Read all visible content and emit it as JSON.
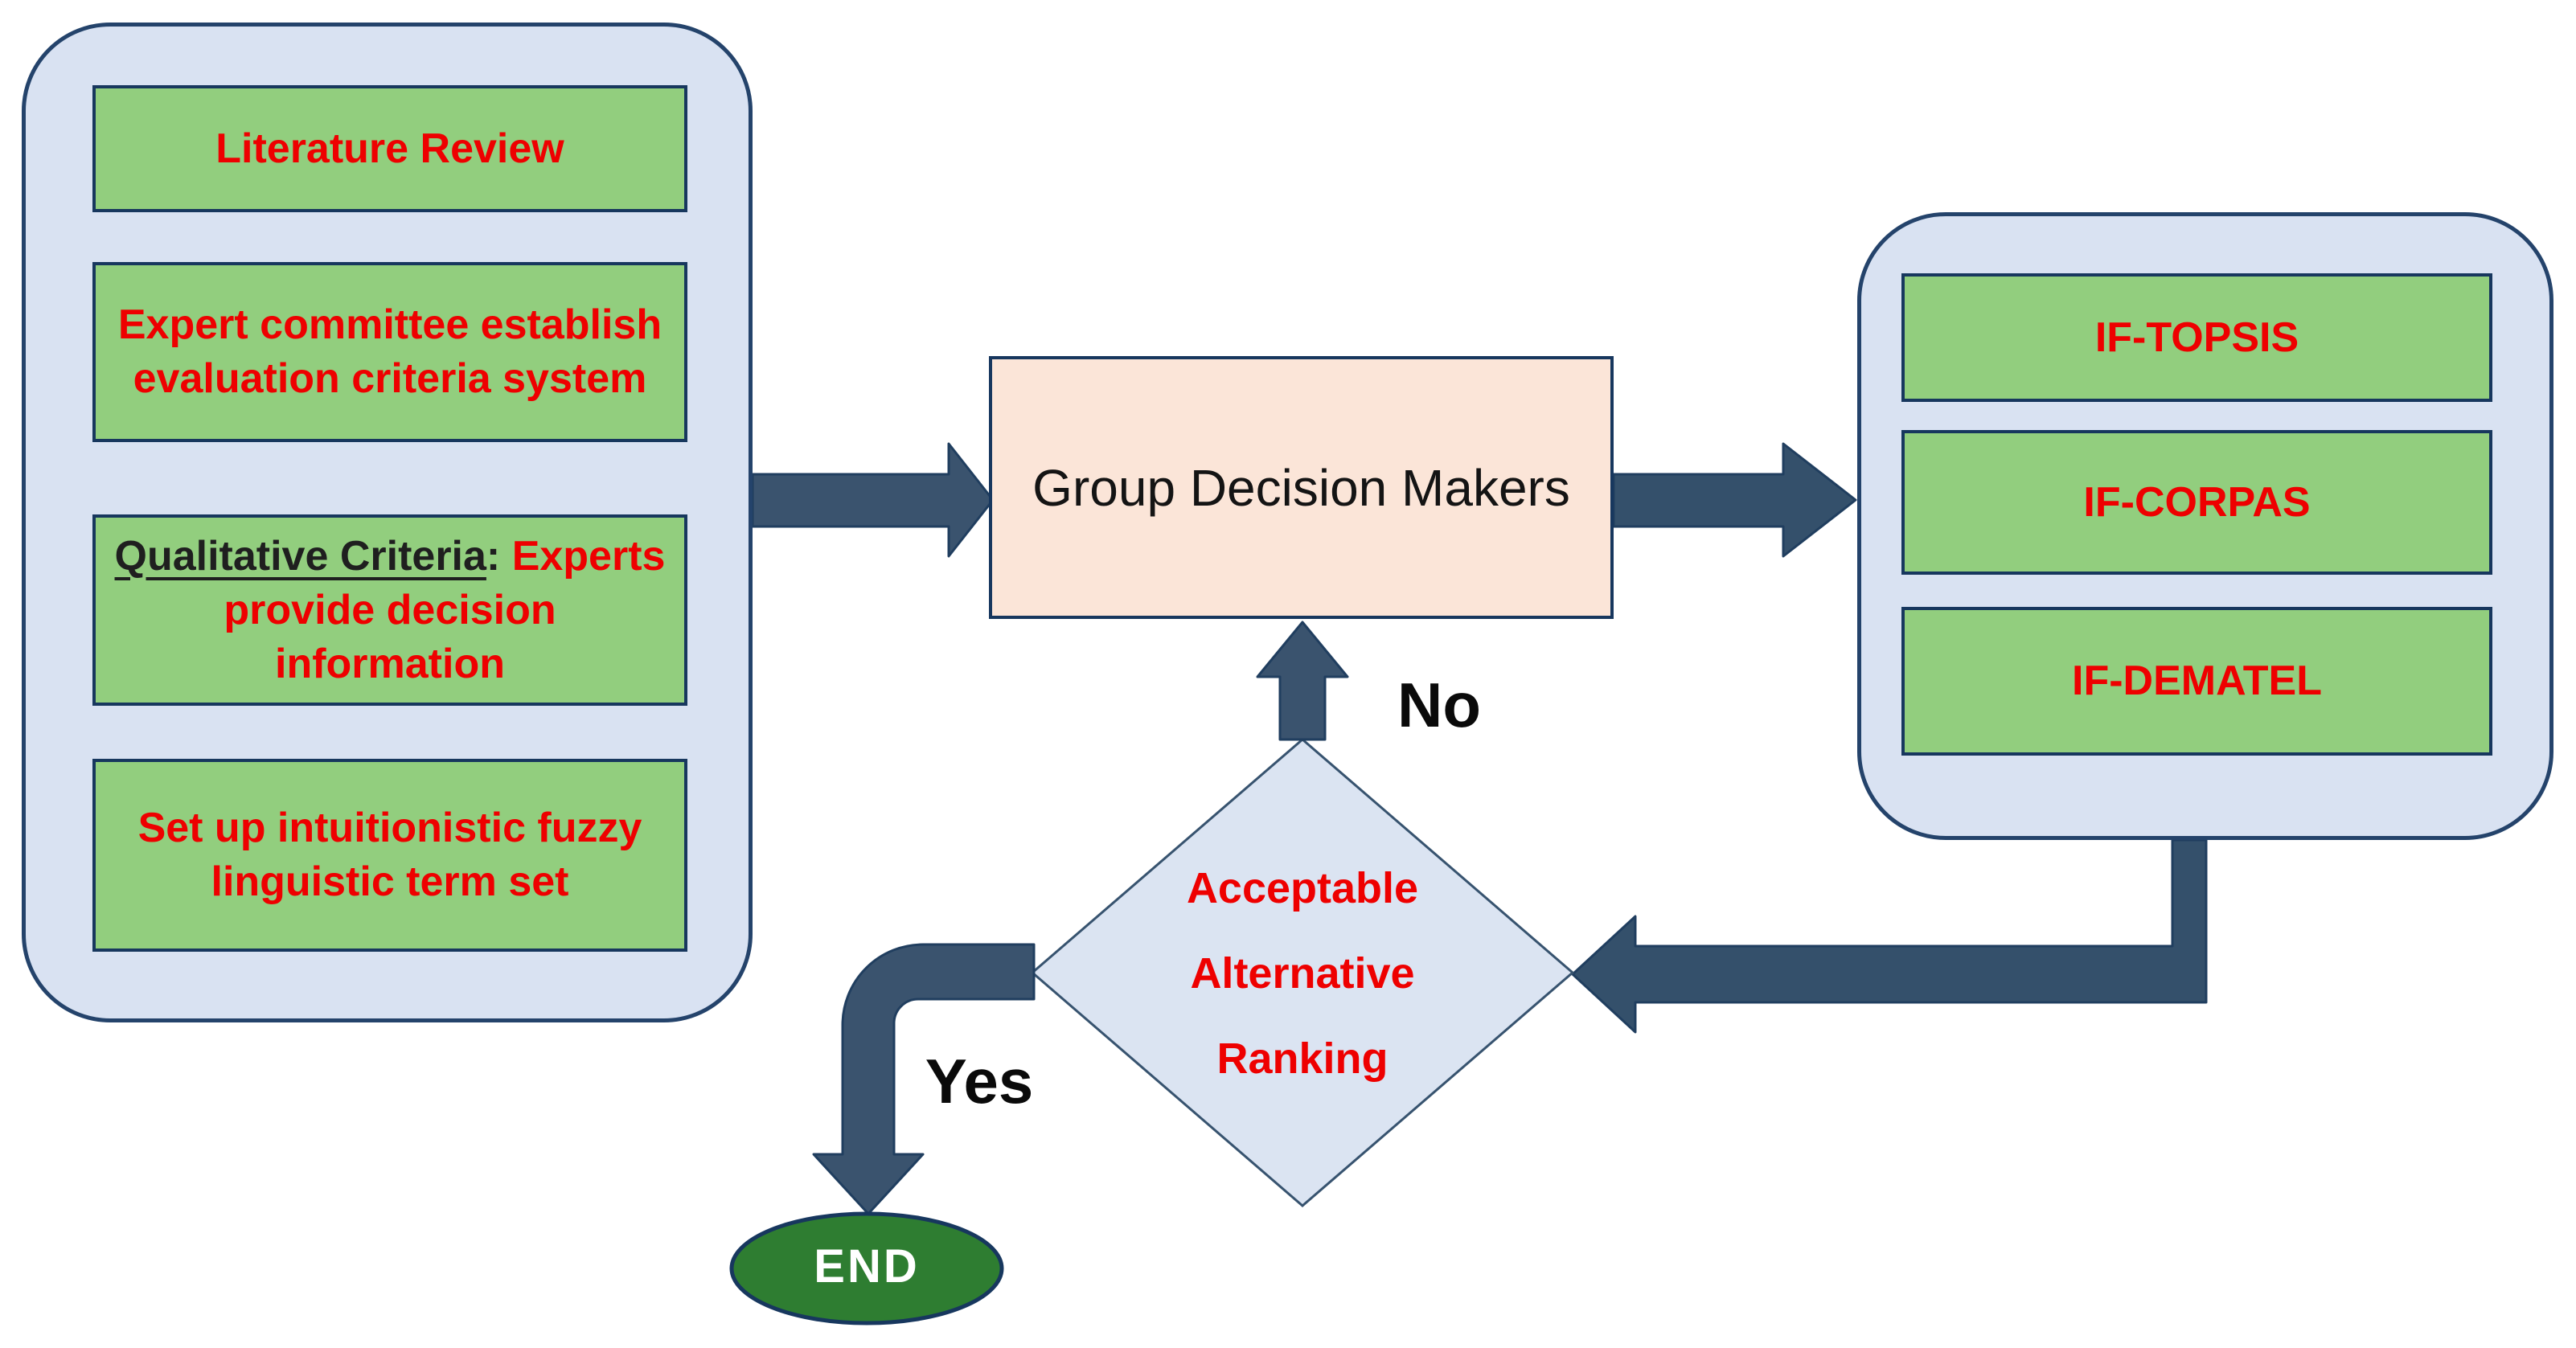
{
  "colors": {
    "panel_fill": "#D9E2F2",
    "panel_border": "#24436B",
    "step_box_fill": "#92CE7E",
    "box_border": "#17375E",
    "center_box_fill": "#FBE5D8",
    "diamond_fill": "#DBE4F2",
    "arrow_fill": "#3A536E",
    "end_fill": "#2E7D31",
    "text_red": "#EE0000",
    "text_dark": "#1F1F1F",
    "end_text": "#FFFFFF"
  },
  "left_panel": {
    "box1": {
      "line1": "Literature Review"
    },
    "box2": {
      "line1": "Expert committee establish",
      "line2": "evaluation criteria system"
    },
    "box3": {
      "emphasis": "Qualitative Criteria",
      "colon": ": ",
      "line1_rest": "Experts",
      "line2": "provide decision",
      "line3": "information"
    },
    "box4": {
      "line1": "Set up intuitionistic fuzzy",
      "line2": "linguistic term set"
    }
  },
  "center": {
    "title": "Group Decision Makers"
  },
  "right_panel": {
    "box1": "IF-TOPSIS",
    "box2": "IF-CORPAS",
    "box3": "IF-DEMATEL"
  },
  "decision": {
    "line1": "Acceptable",
    "line2": "Alternative",
    "line3": "Ranking"
  },
  "labels": {
    "no": "No",
    "yes": "Yes",
    "end": "END"
  }
}
